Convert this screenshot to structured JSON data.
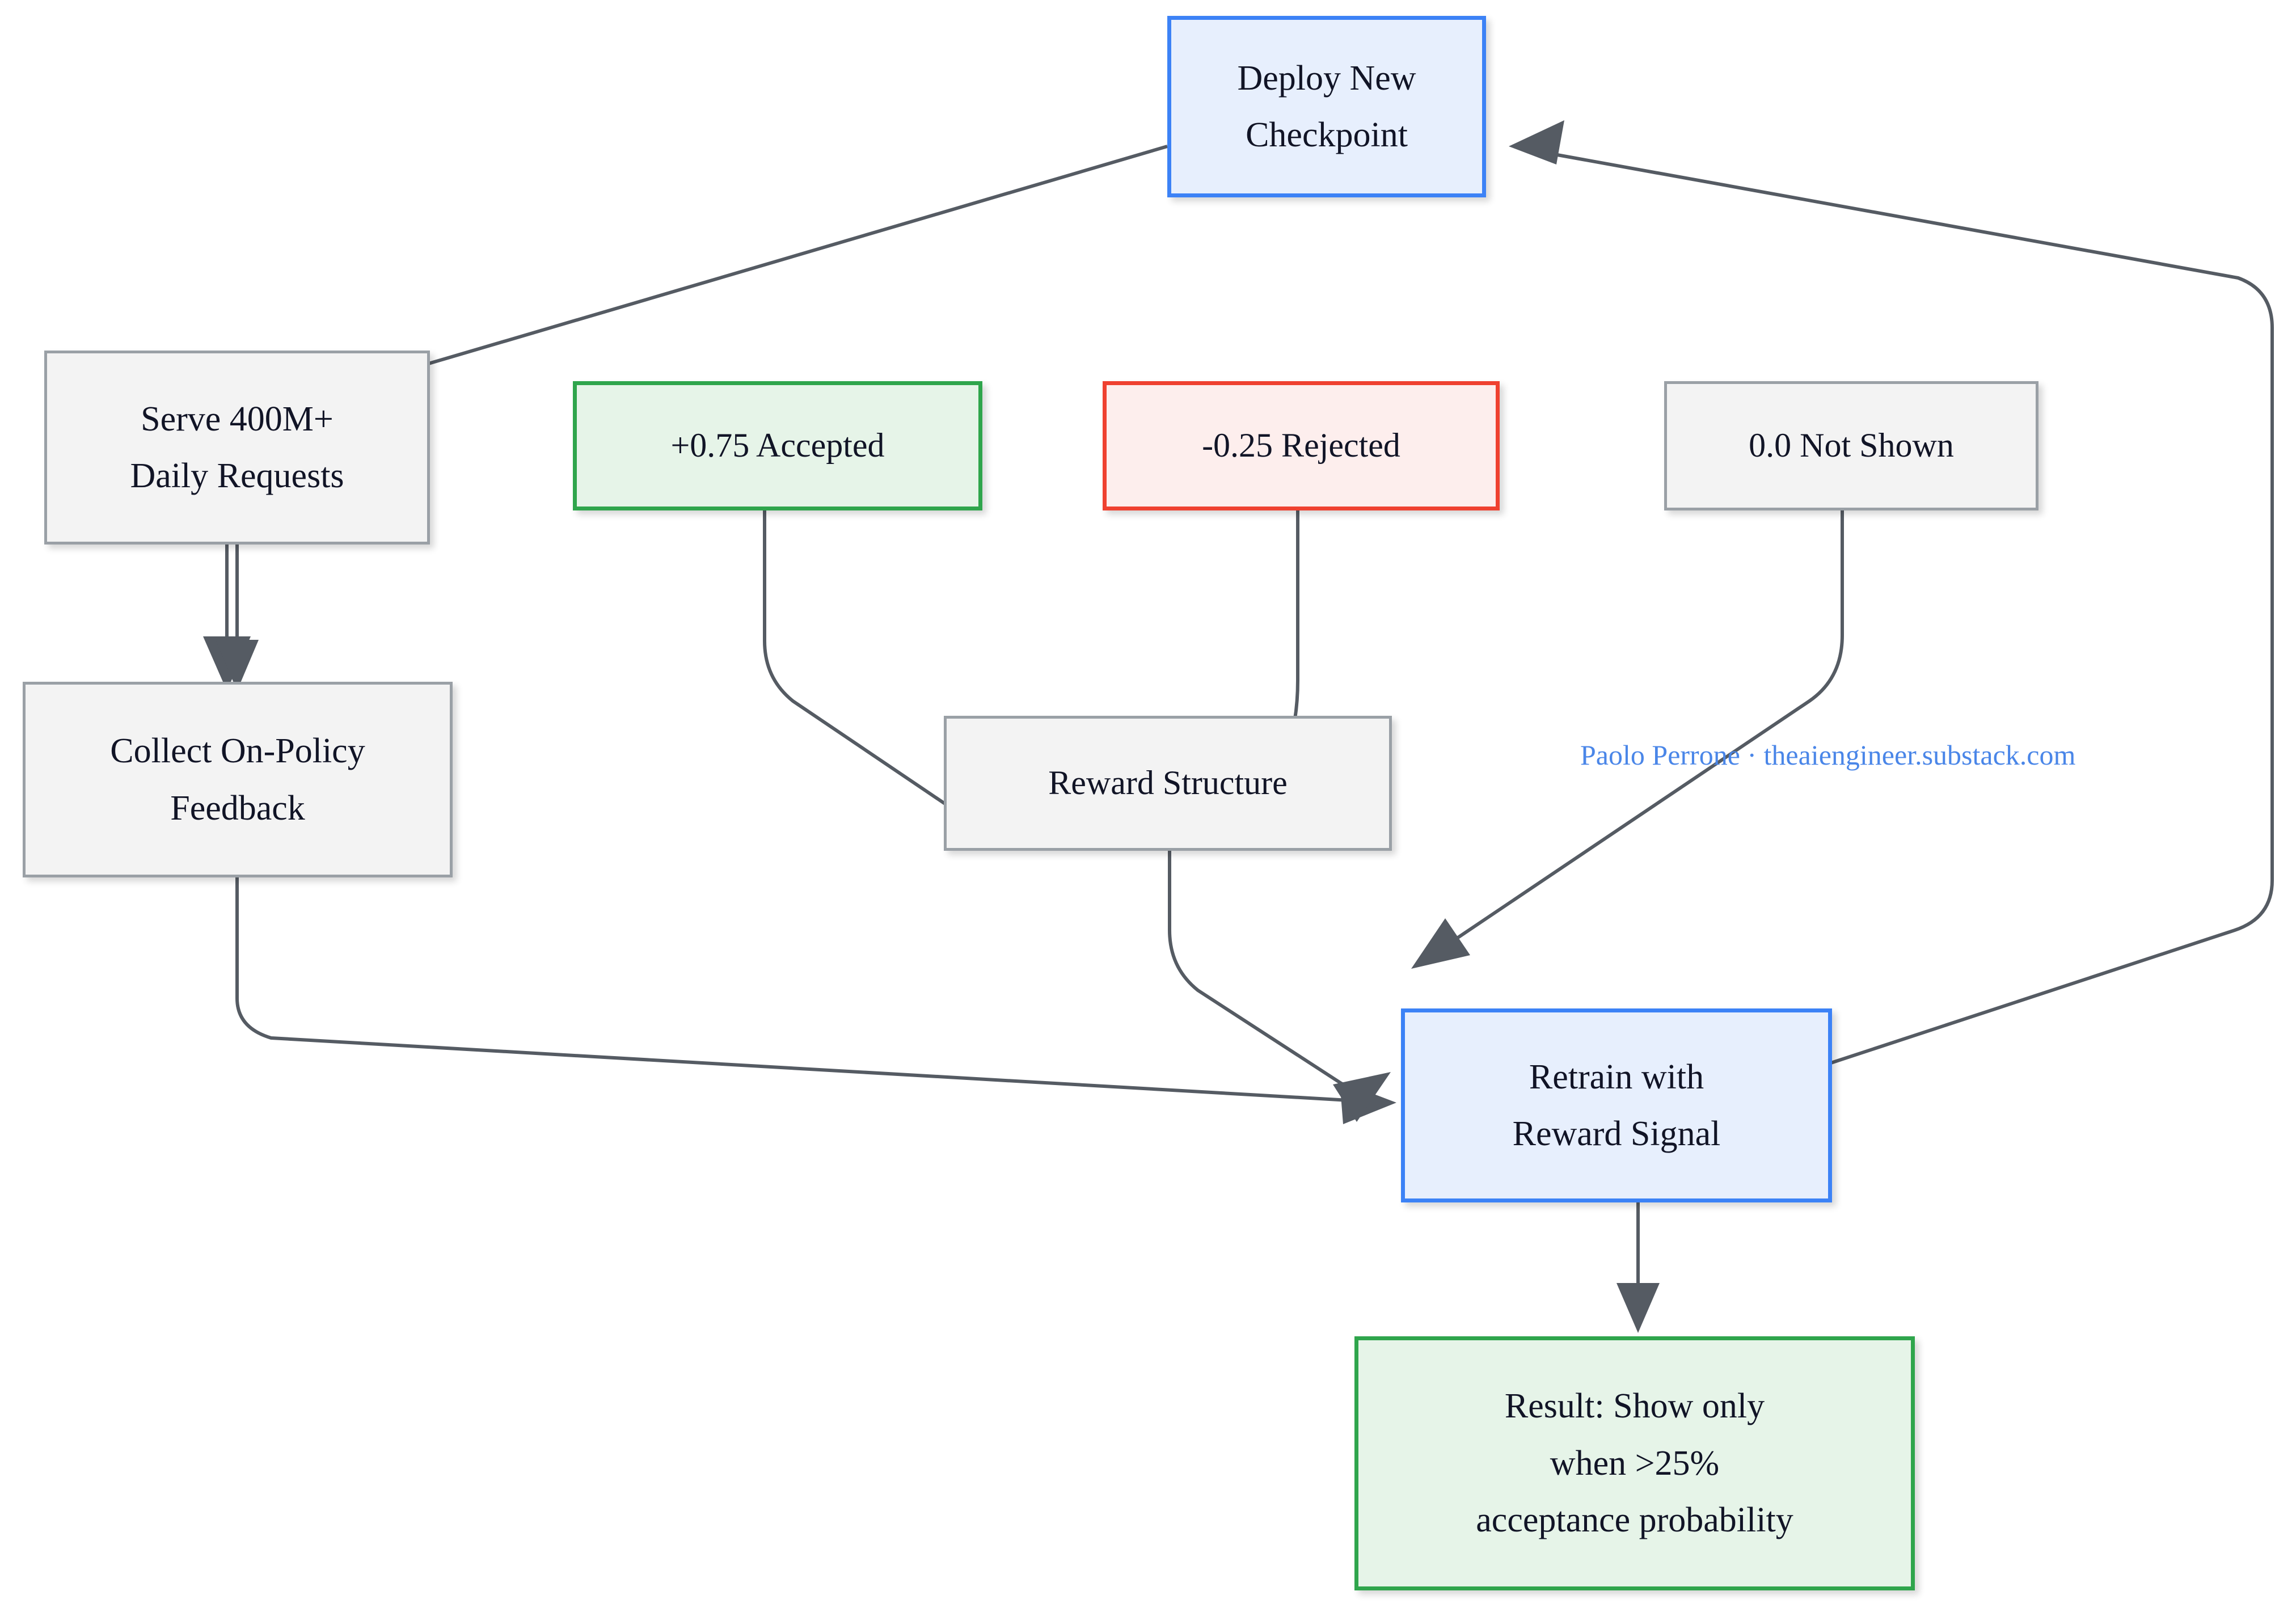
{
  "diagram": {
    "title": "RLHF deployment feedback loop",
    "background": "#ffffff",
    "edge_color": "#555b63",
    "colors": {
      "blue_fill": "#e7effd",
      "blue_border": "#3c82f6",
      "green_fill": "#e6f4e8",
      "green_border": "#2fa54c",
      "red_fill": "#fdeeed",
      "red_border": "#ef4130",
      "gray_fill": "#f3f3f3",
      "gray_border": "#9aa0a6",
      "watermark": "#4a86e8"
    },
    "nodes": {
      "deploy": {
        "line1": "Deploy New",
        "line2": "Checkpoint",
        "style": "blue"
      },
      "serve": {
        "line1": "Serve 400M+",
        "line2": "Daily Requests",
        "style": "gray"
      },
      "collect": {
        "line1": "Collect On-Policy",
        "line2": "Feedback",
        "style": "gray"
      },
      "accepted": {
        "line1": "+0.75 Accepted",
        "style": "green",
        "value": 0.75
      },
      "rejected": {
        "line1": "-0.25 Rejected",
        "style": "red",
        "value": -0.25
      },
      "not_shown": {
        "line1": "0.0 Not Shown",
        "style": "gray",
        "value": 0.0
      },
      "reward_structure": {
        "line1": "Reward Structure",
        "style": "gray"
      },
      "retrain": {
        "line1": "Retrain with",
        "line2": "Reward Signal",
        "style": "blue"
      },
      "result": {
        "line1": "Result: Show only",
        "line2": "when >25%",
        "line3": "acceptance probability",
        "style": "green"
      }
    },
    "edges": [
      {
        "from": "deploy",
        "to": "serve"
      },
      {
        "from": "serve",
        "to": "collect"
      },
      {
        "from": "collect",
        "to": "retrain"
      },
      {
        "from": "accepted",
        "to": "reward_structure"
      },
      {
        "from": "rejected",
        "to": "reward_structure"
      },
      {
        "from": "not_shown",
        "to": "reward_structure"
      },
      {
        "from": "reward_structure",
        "to": "retrain"
      },
      {
        "from": "retrain",
        "to": "result"
      },
      {
        "from": "retrain",
        "to": "deploy"
      }
    ],
    "watermark": "Paolo Perrone · theaiengineer.substack.com"
  }
}
